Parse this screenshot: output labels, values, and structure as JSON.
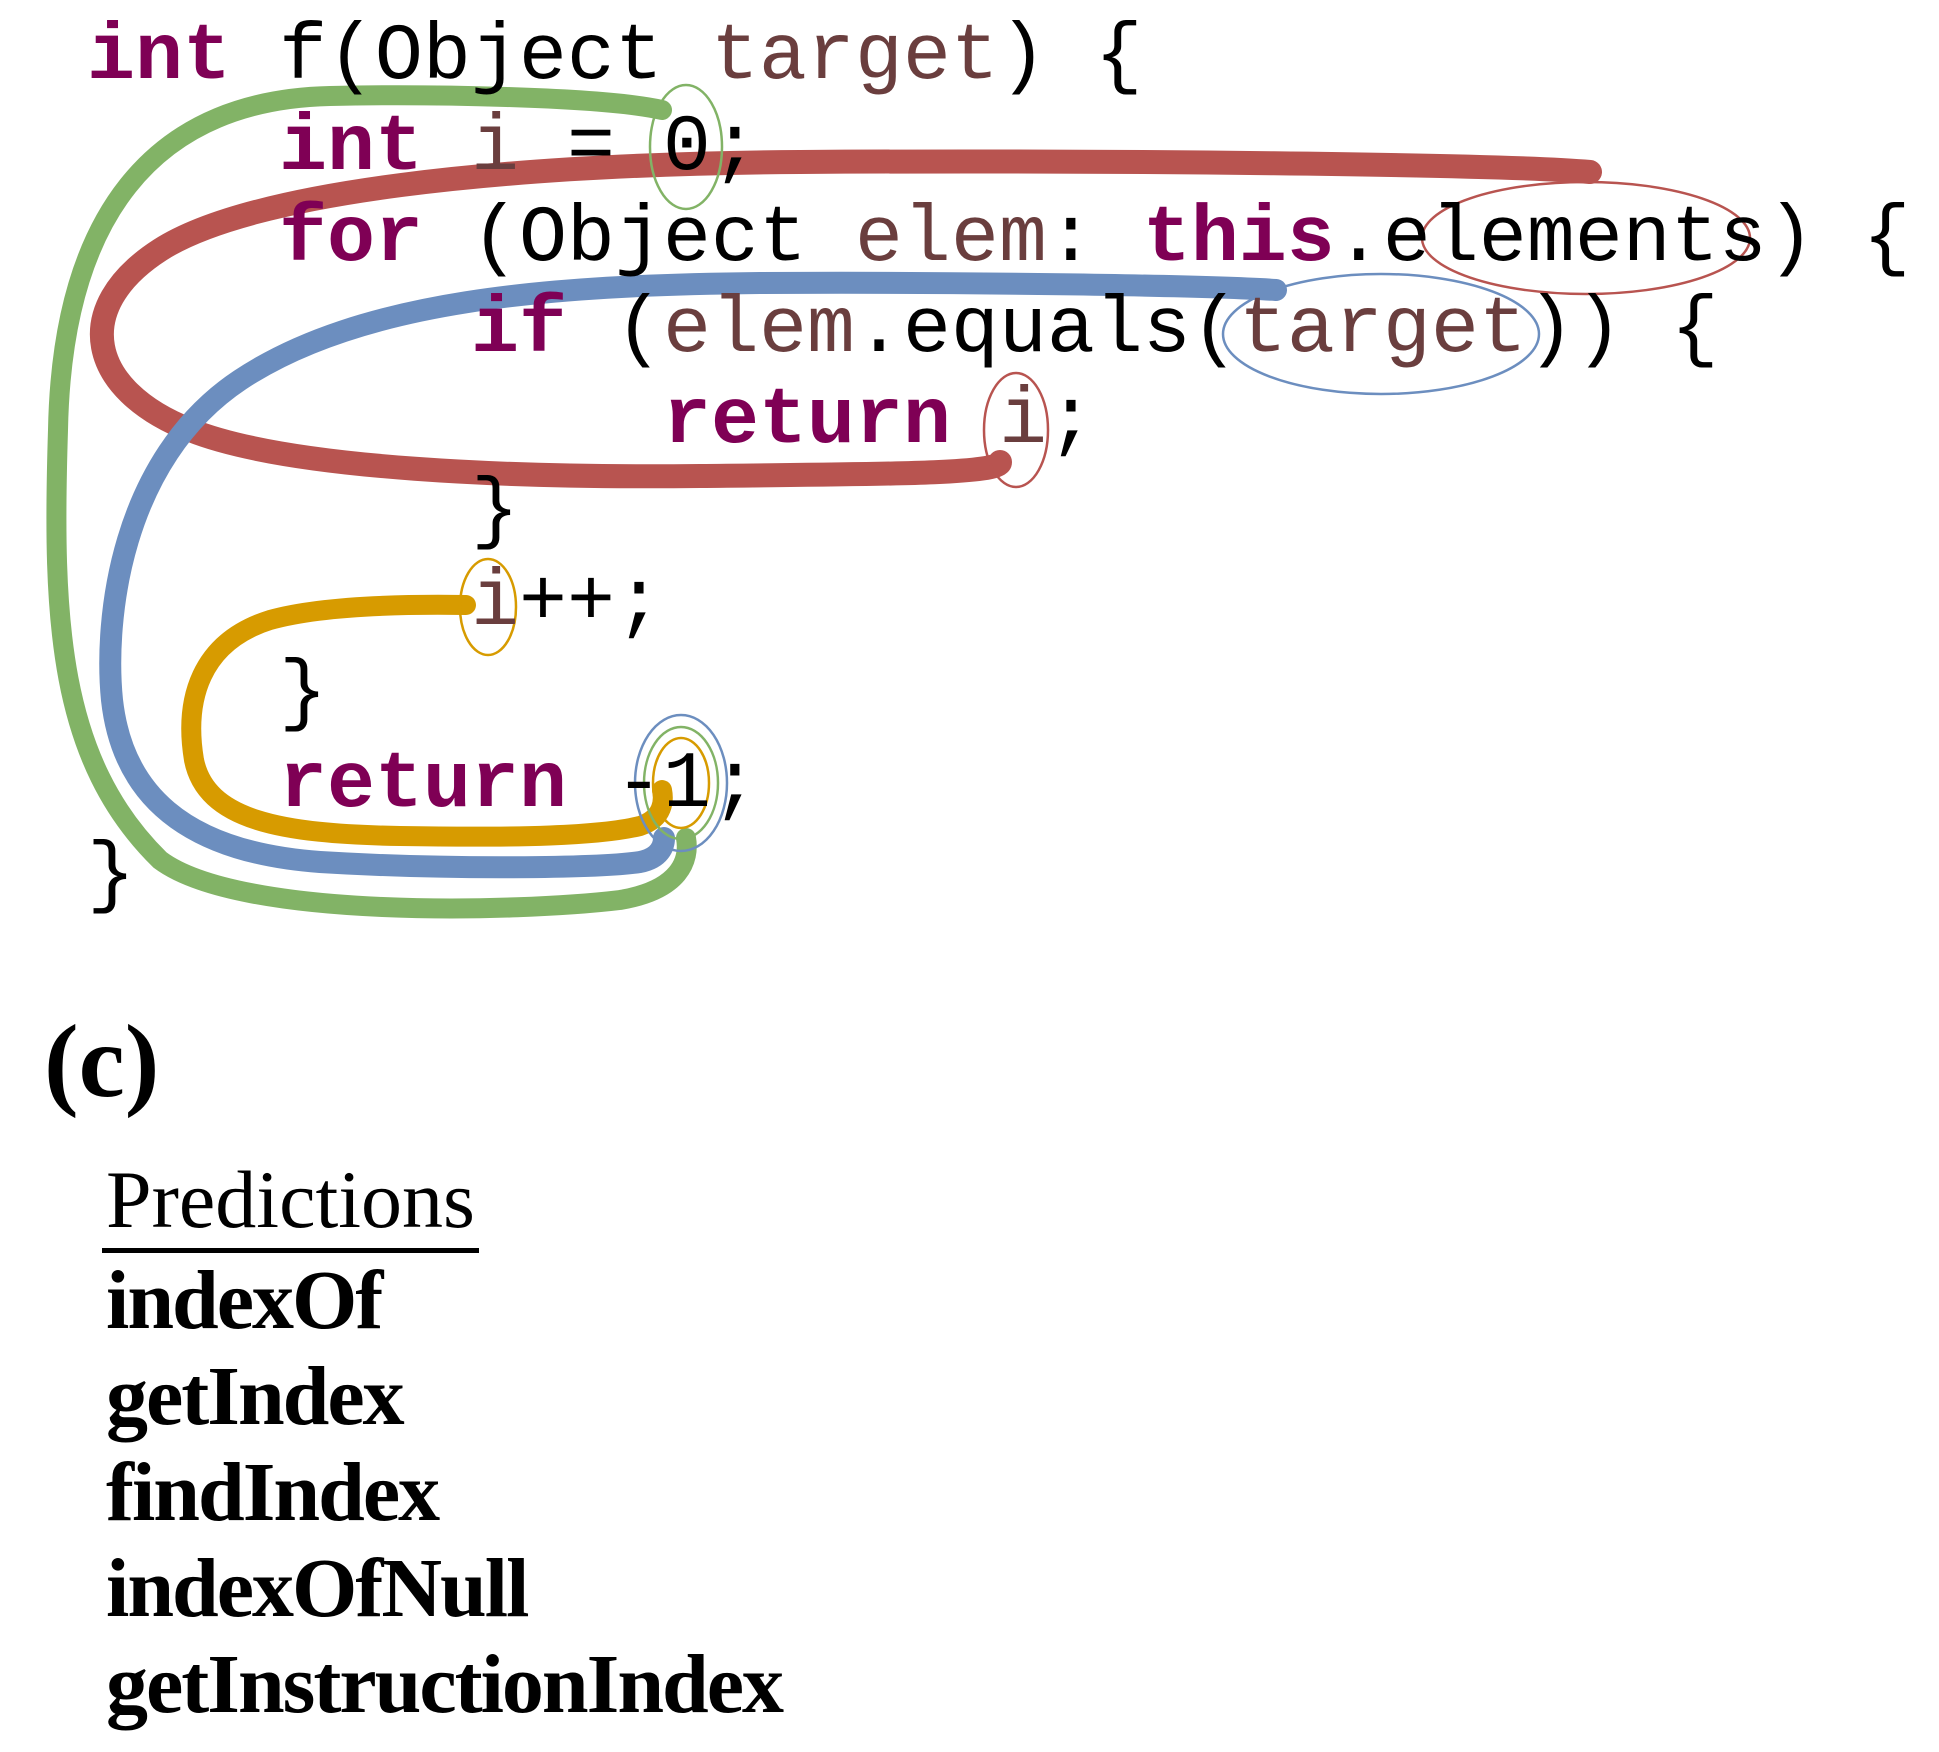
{
  "figure": {
    "panel_label": "(c)",
    "code": {
      "lines": [
        {
          "indent": 0,
          "tokens": [
            {
              "t": "int",
              "k": "kw"
            },
            {
              "t": " f(Object ",
              "k": "plain"
            },
            {
              "t": "target",
              "k": "var"
            },
            {
              "t": ") {",
              "k": "plain"
            }
          ]
        },
        {
          "indent": 4,
          "tokens": [
            {
              "t": "int",
              "k": "kw"
            },
            {
              "t": " ",
              "k": "plain"
            },
            {
              "t": "i",
              "k": "var"
            },
            {
              "t": " = 0;",
              "k": "plain"
            }
          ]
        },
        {
          "indent": 4,
          "tokens": [
            {
              "t": "for",
              "k": "kw"
            },
            {
              "t": " (Object ",
              "k": "plain"
            },
            {
              "t": "elem",
              "k": "var"
            },
            {
              "t": ": ",
              "k": "plain"
            },
            {
              "t": "this",
              "k": "kw"
            },
            {
              "t": ".elements) {",
              "k": "plain"
            }
          ]
        },
        {
          "indent": 8,
          "tokens": [
            {
              "t": "if",
              "k": "kw"
            },
            {
              "t": " (",
              "k": "plain"
            },
            {
              "t": "elem",
              "k": "var"
            },
            {
              "t": ".equals(",
              "k": "plain"
            },
            {
              "t": "target",
              "k": "var"
            },
            {
              "t": ")) {",
              "k": "plain"
            }
          ]
        },
        {
          "indent": 12,
          "tokens": [
            {
              "t": "return",
              "k": "kw"
            },
            {
              "t": " ",
              "k": "plain"
            },
            {
              "t": "i",
              "k": "var"
            },
            {
              "t": ";",
              "k": "plain"
            }
          ]
        },
        {
          "indent": 8,
          "tokens": [
            {
              "t": "}",
              "k": "plain"
            }
          ]
        },
        {
          "indent": 8,
          "tokens": [
            {
              "t": "i",
              "k": "var"
            },
            {
              "t": "++;",
              "k": "plain"
            }
          ]
        },
        {
          "indent": 4,
          "tokens": [
            {
              "t": "}",
              "k": "plain"
            }
          ]
        },
        {
          "indent": 4,
          "tokens": [
            {
              "t": "return",
              "k": "kw"
            },
            {
              "t": " -1;",
              "k": "plain"
            }
          ]
        },
        {
          "indent": 0,
          "tokens": [
            {
              "t": "}",
              "k": "plain"
            }
          ]
        }
      ]
    },
    "colors": {
      "keyword": "#7f0055",
      "variable": "#6a3e3e",
      "path_green": "#82b366",
      "path_red": "#b85450",
      "path_blue": "#6c8ebf",
      "path_orange": "#d79b00"
    },
    "paths": [
      {
        "name": "green-path",
        "from": "0",
        "to": "1",
        "color": "#82b366"
      },
      {
        "name": "red-path",
        "from": "elements",
        "to": "i",
        "color": "#b85450"
      },
      {
        "name": "blue-path",
        "from": "target",
        "to": "1",
        "color": "#6c8ebf"
      },
      {
        "name": "orange-path",
        "from": "i",
        "to": "1",
        "color": "#d79b00"
      }
    ],
    "predictions": {
      "header": "Predictions",
      "items": [
        "indexOf",
        "getIndex",
        "findIndex",
        "indexOfNull",
        "getInstructionIndex"
      ]
    }
  }
}
